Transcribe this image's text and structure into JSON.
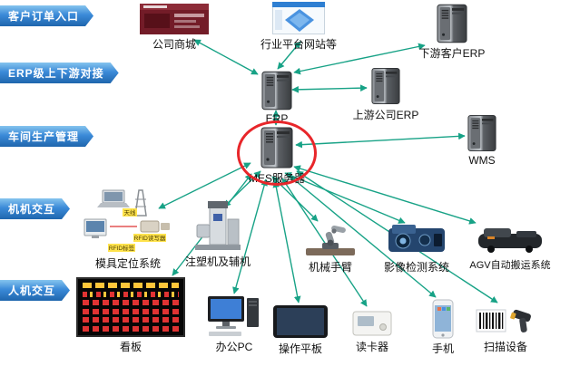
{
  "ribbons": [
    {
      "label": "客户订单入口"
    },
    {
      "label": "ERP级上下游对接"
    },
    {
      "label": "车间生产管理"
    },
    {
      "label": "机机交互"
    },
    {
      "label": "人机交互"
    }
  ],
  "nodes": {
    "company_mall": {
      "label": "公司商城"
    },
    "industry_platform": {
      "label": "行业平台网站等"
    },
    "downstream_erp": {
      "label": "下游客户ERP"
    },
    "erp": {
      "label": "ERP"
    },
    "upstream_erp": {
      "label": "上游公司ERP"
    },
    "mes": {
      "label": "MES服务器"
    },
    "wms": {
      "label": "WMS"
    },
    "mold_system": {
      "label": "模具定位系统",
      "tags": [
        "天线",
        "RFID读写器",
        "RFID标签"
      ]
    },
    "injection": {
      "label": "注塑机及辅机"
    },
    "robot_arm": {
      "label": "机械手臂"
    },
    "vision": {
      "label": "影像检测系统"
    },
    "agv": {
      "label": "AGV自动搬运系统"
    },
    "kanban": {
      "label": "看板"
    },
    "office_pc": {
      "label": "办公PC"
    },
    "tablet": {
      "label": "操作平板"
    },
    "card_reader": {
      "label": "读卡器"
    },
    "phone": {
      "label": "手机"
    },
    "scanner": {
      "label": "扫描设备"
    }
  },
  "edges": [
    {
      "from": "company_mall",
      "to": "erp"
    },
    {
      "from": "industry_platform",
      "to": "erp"
    },
    {
      "from": "downstream_erp",
      "to": "erp"
    },
    {
      "from": "erp",
      "to": "upstream_erp"
    },
    {
      "from": "erp",
      "to": "mes"
    },
    {
      "from": "mes",
      "to": "wms"
    },
    {
      "from": "mes",
      "to": "mold_system"
    },
    {
      "from": "mes",
      "to": "injection"
    },
    {
      "from": "mes",
      "to": "robot_arm"
    },
    {
      "from": "mes",
      "to": "vision"
    },
    {
      "from": "mes",
      "to": "agv"
    },
    {
      "from": "mes",
      "to": "kanban"
    },
    {
      "from": "mes",
      "to": "office_pc"
    },
    {
      "from": "mes",
      "to": "tablet"
    },
    {
      "from": "mes",
      "to": "card_reader"
    },
    {
      "from": "mes",
      "to": "phone"
    },
    {
      "from": "mes",
      "to": "scanner"
    }
  ],
  "colors": {
    "arrow": "#17a286",
    "ribbon_blue": "#2b7fd0",
    "highlight_circle": "#e8262a"
  }
}
